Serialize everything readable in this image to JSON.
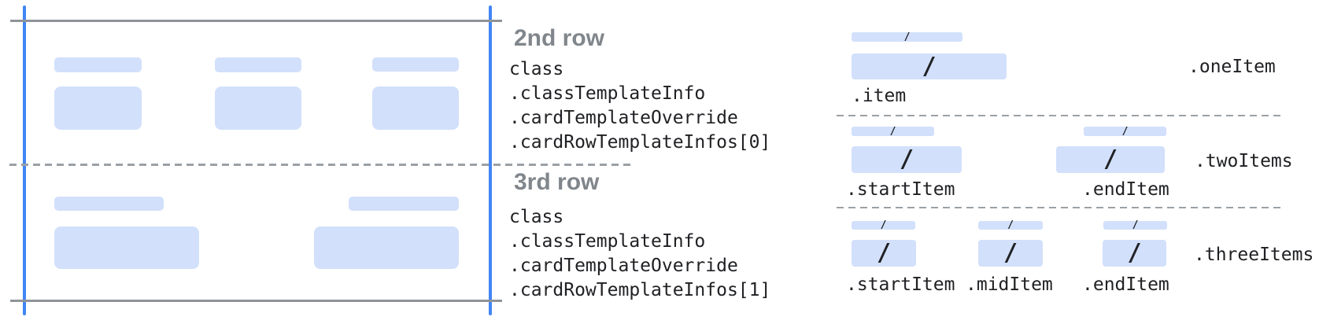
{
  "colors": {
    "bar_fill": "#d2e0fb",
    "edge_line": "#4285f4",
    "frame_line": "#8f9399",
    "dash_color": "#9aa0a6",
    "heading_color": "#80868b",
    "code_color": "#202124",
    "slash_color": "#202124"
  },
  "left_panel": {
    "row2_annotation": {
      "title": "2nd row",
      "code_lines": [
        "class",
        ".classTemplateInfo",
        ".cardTemplateOverride",
        ".cardRowTemplateInfos[0]"
      ]
    },
    "row3_annotation": {
      "title": "3rd row",
      "code_lines": [
        "class",
        ".classTemplateInfo",
        ".cardTemplateOverride",
        ".cardRowTemplateInfos[1]"
      ]
    }
  },
  "right_panel": {
    "slash": "/",
    "rows": [
      {
        "label": ".oneItem",
        "item_labels": [
          ".item"
        ]
      },
      {
        "label": ".twoItems",
        "item_labels": [
          ".startItem",
          ".endItem"
        ]
      },
      {
        "label": ".threeItems",
        "item_labels": [
          ".startItem",
          ".midItem",
          ".endItem"
        ]
      }
    ]
  }
}
